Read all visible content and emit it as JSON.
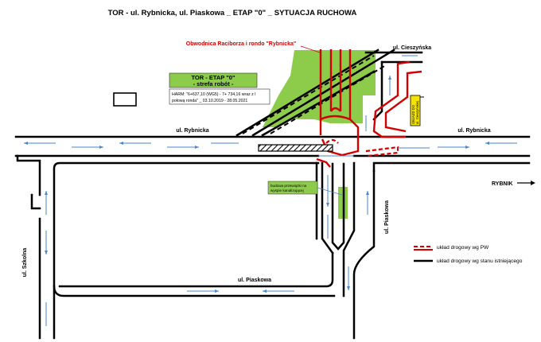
{
  "title": "TOR - ul. Rybnicka, ul. Piaskowa _ ETAP \"0\" _ SYTUACJA RUCHOWA",
  "project_label": "Obwodnica Raciborza i rondo \"Rybnicka\"",
  "zone_box": {
    "line1": "TOR - ETAP  \"0\"",
    "line2": "- strefa robót -"
  },
  "harm_box": {
    "line1": "HARM: \"6+637,10 (WG5) - 7+ 734,16 wraz z l",
    "line2": "połową ronda\" _  03.10.2019 - 28.05.2021"
  },
  "streets": {
    "rybnicka_left": "ul. Rybnicka",
    "rybnicka_right": "ul. Rybnicka",
    "cieszynska": "ul. Cieszyńska",
    "piaskowa_vertical": "ul. Piaskowa",
    "piaskowa_bottom": "ul. Piaskowa",
    "szkolna": "ul. Szkolna",
    "rybnik": "RYBNIK"
  },
  "sign_box": {
    "line1": "OBJAZD DO",
    "line2": "ul. Cieszyńskiej"
  },
  "island_note": {
    "line1": "budowa przewiązki na",
    "line2": "wyspie kanalizującej"
  },
  "legend": {
    "pw": "układ drogowy  wg PW",
    "existing": "układ drogowy wg stanu istniejącego"
  },
  "colors": {
    "road": "#000000",
    "planned": "#d40000",
    "works_zone": "#8ccc4a",
    "arrows": "#4a86c8",
    "sign": "#f5e400"
  }
}
